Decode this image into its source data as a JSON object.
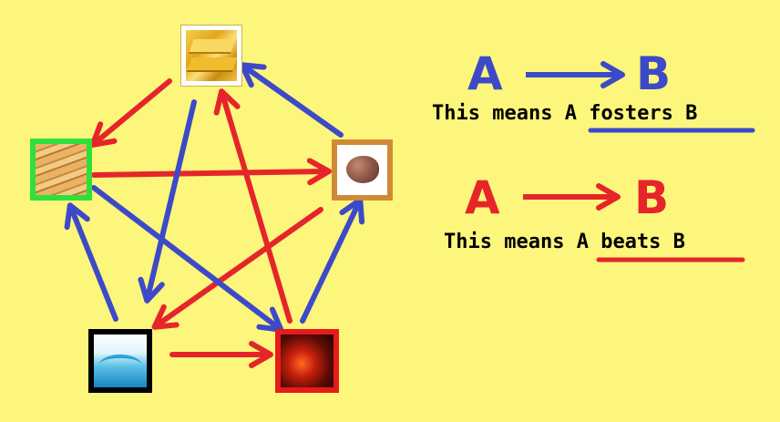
{
  "colors": {
    "background": "#fdf67c",
    "foster": "#3d4ac8",
    "beat": "#e5252a"
  },
  "nodes": [
    {
      "id": "gold",
      "icon": "gold-bars-icon",
      "border": "#c8b44a"
    },
    {
      "id": "wood",
      "icon": "wood-planks-icon",
      "border": "#2fe03b"
    },
    {
      "id": "stone",
      "icon": "stone-icon",
      "border": "#d08a37"
    },
    {
      "id": "water",
      "icon": "water-splash-icon",
      "border": "#000000"
    },
    {
      "id": "fire",
      "icon": "fire-icon",
      "border": "#e81b1b"
    }
  ],
  "edges": [
    {
      "from": "gold",
      "to": "wood",
      "kind": "beats"
    },
    {
      "from": "wood",
      "to": "stone",
      "kind": "beats"
    },
    {
      "from": "stone",
      "to": "water",
      "kind": "beats"
    },
    {
      "from": "water",
      "to": "fire",
      "kind": "beats"
    },
    {
      "from": "fire",
      "to": "gold",
      "kind": "beats"
    },
    {
      "from": "gold",
      "to": "water",
      "kind": "fosters"
    },
    {
      "from": "water",
      "to": "wood",
      "kind": "fosters"
    },
    {
      "from": "wood",
      "to": "fire",
      "kind": "fosters"
    },
    {
      "from": "fire",
      "to": "stone",
      "kind": "fosters"
    },
    {
      "from": "stone",
      "to": "gold",
      "kind": "fosters"
    }
  ],
  "legend": {
    "foster": {
      "a": "A",
      "b": "B",
      "prefix": "This means ",
      "phrase": "A fosters B"
    },
    "beat": {
      "a": "A",
      "b": "B",
      "prefix": "This means ",
      "phrase": "A beats B"
    }
  }
}
